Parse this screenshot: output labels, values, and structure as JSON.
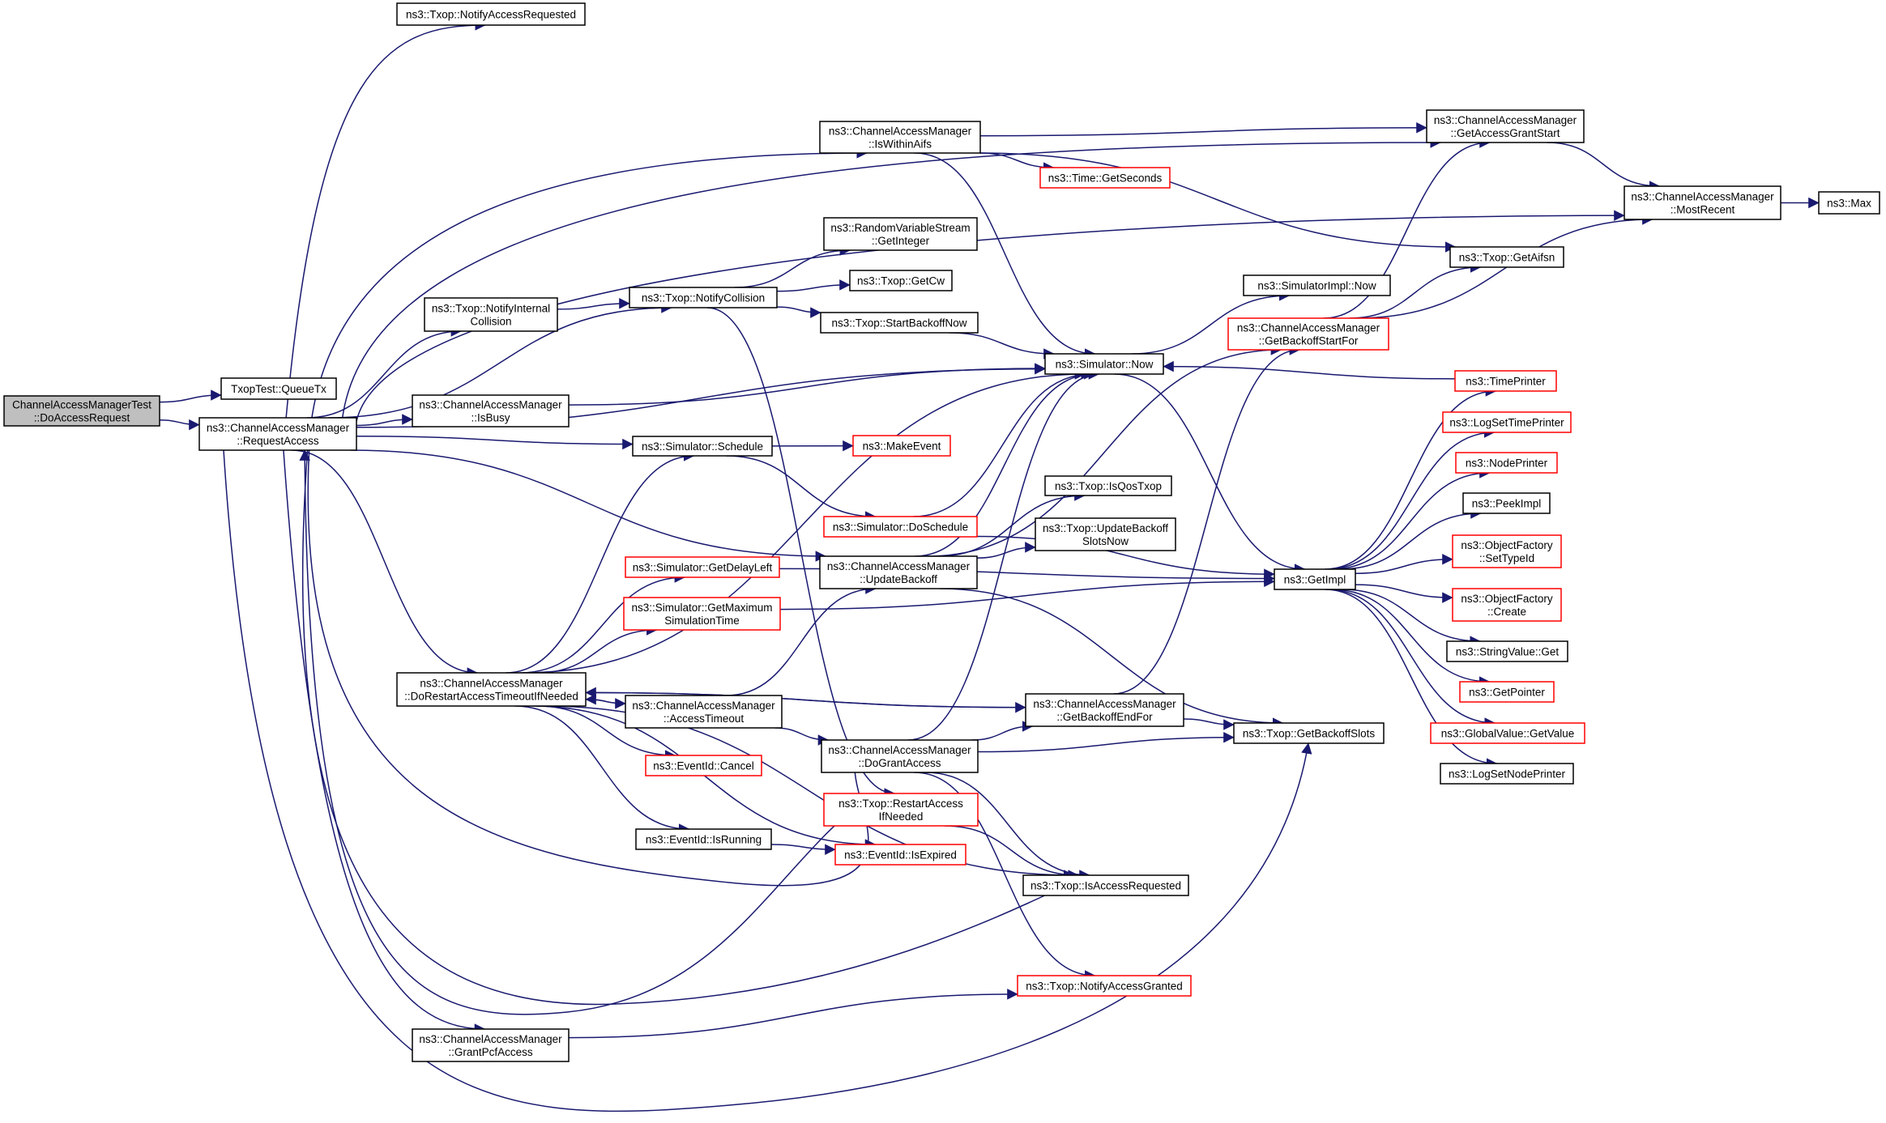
{
  "diagram": {
    "colors": {
      "edge": "#191970",
      "node_border": "#000000",
      "node_border_truncated": "#ff0000",
      "node_fill": "#ffffff",
      "root_fill": "#bfbfbf",
      "text": "#000000"
    },
    "nodes": [
      {
        "id": "root",
        "lines": [
          "ChannelAccessManagerTest",
          "::DoAccessRequest"
        ],
        "style": "root"
      },
      {
        "id": "queuetx",
        "lines": [
          "TxopTest::QueueTx"
        ],
        "style": "normal"
      },
      {
        "id": "requestaccess",
        "lines": [
          "ns3::ChannelAccessManager",
          "::RequestAccess"
        ],
        "style": "normal"
      },
      {
        "id": "notifyaccessrequested",
        "lines": [
          "ns3::Txop::NotifyAccessRequested"
        ],
        "style": "normal"
      },
      {
        "id": "iswithinaifs",
        "lines": [
          "ns3::ChannelAccessManager",
          "::IsWithinAifs"
        ],
        "style": "normal"
      },
      {
        "id": "getaccessgrantstart",
        "lines": [
          "ns3::ChannelAccessManager",
          "::GetAccessGrantStart"
        ],
        "style": "normal"
      },
      {
        "id": "getseconds",
        "lines": [
          "ns3::Time::GetSeconds"
        ],
        "style": "truncated"
      },
      {
        "id": "mostrecent",
        "lines": [
          "ns3::ChannelAccessManager",
          "::MostRecent"
        ],
        "style": "normal"
      },
      {
        "id": "max",
        "lines": [
          "ns3::Max"
        ],
        "style": "normal"
      },
      {
        "id": "getinteger",
        "lines": [
          "ns3::RandomVariableStream",
          "::GetInteger"
        ],
        "style": "normal"
      },
      {
        "id": "notifyinternalcollision",
        "lines": [
          "ns3::Txop::NotifyInternal",
          "Collision"
        ],
        "style": "normal"
      },
      {
        "id": "notifycollision",
        "lines": [
          "ns3::Txop::NotifyCollision"
        ],
        "style": "normal"
      },
      {
        "id": "getcw",
        "lines": [
          "ns3::Txop::GetCw"
        ],
        "style": "normal"
      },
      {
        "id": "getaifsn",
        "lines": [
          "ns3::Txop::GetAifsn"
        ],
        "style": "normal"
      },
      {
        "id": "simimplnow",
        "lines": [
          "ns3::SimulatorImpl::Now"
        ],
        "style": "normal"
      },
      {
        "id": "startbackoffnow",
        "lines": [
          "ns3::Txop::StartBackoffNow"
        ],
        "style": "normal"
      },
      {
        "id": "getbackoffstartfor",
        "lines": [
          "ns3::ChannelAccessManager",
          "::GetBackoffStartFor"
        ],
        "style": "truncated"
      },
      {
        "id": "simnow",
        "lines": [
          "ns3::Simulator::Now"
        ],
        "style": "normal"
      },
      {
        "id": "timeprinter",
        "lines": [
          "ns3::TimePrinter"
        ],
        "style": "truncated"
      },
      {
        "id": "isbusy",
        "lines": [
          "ns3::ChannelAccessManager",
          "::IsBusy"
        ],
        "style": "normal"
      },
      {
        "id": "logsettimeprinter",
        "lines": [
          "ns3::LogSetTimePrinter"
        ],
        "style": "truncated"
      },
      {
        "id": "schedule",
        "lines": [
          "ns3::Simulator::Schedule"
        ],
        "style": "normal"
      },
      {
        "id": "makeevent",
        "lines": [
          "ns3::MakeEvent"
        ],
        "style": "truncated"
      },
      {
        "id": "nodeprinter",
        "lines": [
          "ns3::NodePrinter"
        ],
        "style": "truncated"
      },
      {
        "id": "isqostxop",
        "lines": [
          "ns3::Txop::IsQosTxop"
        ],
        "style": "normal"
      },
      {
        "id": "peekimpl",
        "lines": [
          "ns3::PeekImpl"
        ],
        "style": "normal"
      },
      {
        "id": "doschedule",
        "lines": [
          "ns3::Simulator::DoSchedule"
        ],
        "style": "truncated"
      },
      {
        "id": "updatebackoffslotsnow",
        "lines": [
          "ns3::Txop::UpdateBackoff",
          "SlotsNow"
        ],
        "style": "normal"
      },
      {
        "id": "settypeid",
        "lines": [
          "ns3::ObjectFactory",
          "::SetTypeId"
        ],
        "style": "truncated"
      },
      {
        "id": "getdelayleft",
        "lines": [
          "ns3::Simulator::GetDelayLeft"
        ],
        "style": "truncated"
      },
      {
        "id": "updatebackoff",
        "lines": [
          "ns3::ChannelAccessManager",
          "::UpdateBackoff"
        ],
        "style": "normal"
      },
      {
        "id": "getimpl",
        "lines": [
          "ns3::GetImpl"
        ],
        "style": "normal"
      },
      {
        "id": "getmaxsimtime",
        "lines": [
          "ns3::Simulator::GetMaximum",
          "SimulationTime"
        ],
        "style": "truncated"
      },
      {
        "id": "create",
        "lines": [
          "ns3::ObjectFactory",
          "::Create"
        ],
        "style": "truncated"
      },
      {
        "id": "stringvalueget",
        "lines": [
          "ns3::StringValue::Get"
        ],
        "style": "normal"
      },
      {
        "id": "dorestart",
        "lines": [
          "ns3::ChannelAccessManager",
          "::DoRestartAccessTimeoutIfNeeded"
        ],
        "style": "normal"
      },
      {
        "id": "getpointer",
        "lines": [
          "ns3::GetPointer"
        ],
        "style": "truncated"
      },
      {
        "id": "accesstimeout",
        "lines": [
          "ns3::ChannelAccessManager",
          "::AccessTimeout"
        ],
        "style": "normal"
      },
      {
        "id": "getbackoffendfor",
        "lines": [
          "ns3::ChannelAccessManager",
          "::GetBackoffEndFor"
        ],
        "style": "normal"
      },
      {
        "id": "getbackoffslots",
        "lines": [
          "ns3::Txop::GetBackoffSlots"
        ],
        "style": "normal"
      },
      {
        "id": "globalvaluegetvalue",
        "lines": [
          "ns3::GlobalValue::GetValue"
        ],
        "style": "truncated"
      },
      {
        "id": "dograntaccess",
        "lines": [
          "ns3::ChannelAccessManager",
          "::DoGrantAccess"
        ],
        "style": "normal"
      },
      {
        "id": "logsetnodeprinter",
        "lines": [
          "ns3::LogSetNodePrinter"
        ],
        "style": "normal"
      },
      {
        "id": "cancel",
        "lines": [
          "ns3::EventId::Cancel"
        ],
        "style": "truncated"
      },
      {
        "id": "restartaccessifneeded",
        "lines": [
          "ns3::Txop::RestartAccess",
          "IfNeeded"
        ],
        "style": "truncated"
      },
      {
        "id": "isrunning",
        "lines": [
          "ns3::EventId::IsRunning"
        ],
        "style": "normal"
      },
      {
        "id": "isexpired",
        "lines": [
          "ns3::EventId::IsExpired"
        ],
        "style": "truncated"
      },
      {
        "id": "isaccessrequested",
        "lines": [
          "ns3::Txop::IsAccessRequested"
        ],
        "style": "normal"
      },
      {
        "id": "notifyaccessgranted",
        "lines": [
          "ns3::Txop::NotifyAccessGranted"
        ],
        "style": "truncated"
      },
      {
        "id": "grantpcfaccess",
        "lines": [
          "ns3::ChannelAccessManager",
          "::GrantPcfAccess"
        ],
        "style": "normal"
      }
    ],
    "edges": [
      [
        "root",
        "queuetx"
      ],
      [
        "root",
        "requestaccess"
      ],
      [
        "requestaccess",
        "notifyaccessrequested"
      ],
      [
        "requestaccess",
        "iswithinaifs"
      ],
      [
        "requestaccess",
        "getaccessgrantstart"
      ],
      [
        "requestaccess",
        "mostrecent"
      ],
      [
        "requestaccess",
        "notifycollision"
      ],
      [
        "requestaccess",
        "notifyinternalcollision"
      ],
      [
        "requestaccess",
        "simnow"
      ],
      [
        "requestaccess",
        "isbusy"
      ],
      [
        "requestaccess",
        "schedule"
      ],
      [
        "requestaccess",
        "updatebackoff"
      ],
      [
        "requestaccess",
        "dorestart"
      ],
      [
        "requestaccess",
        "dograntaccess"
      ],
      [
        "requestaccess",
        "isaccessrequested"
      ],
      [
        "requestaccess",
        "grantpcfaccess"
      ],
      [
        "requestaccess",
        "getbackoffslots"
      ],
      [
        "iswithinaifs",
        "getaccessgrantstart"
      ],
      [
        "iswithinaifs",
        "getseconds"
      ],
      [
        "iswithinaifs",
        "getaifsn"
      ],
      [
        "iswithinaifs",
        "simnow"
      ],
      [
        "getaccessgrantstart",
        "mostrecent"
      ],
      [
        "mostrecent",
        "max"
      ],
      [
        "notifyinternalcollision",
        "notifycollision"
      ],
      [
        "notifycollision",
        "getinteger"
      ],
      [
        "notifycollision",
        "getcw"
      ],
      [
        "notifycollision",
        "startbackoffnow"
      ],
      [
        "notifycollision",
        "restartaccessifneeded"
      ],
      [
        "startbackoffnow",
        "simnow"
      ],
      [
        "isbusy",
        "simnow"
      ],
      [
        "schedule",
        "makeevent"
      ],
      [
        "schedule",
        "doschedule"
      ],
      [
        "simnow",
        "simimplnow"
      ],
      [
        "simnow",
        "getimpl"
      ],
      [
        "doschedule",
        "simnow"
      ],
      [
        "doschedule",
        "getimpl"
      ],
      [
        "getbackoffstartfor",
        "getaccessgrantstart"
      ],
      [
        "getbackoffstartfor",
        "getaifsn"
      ],
      [
        "getbackoffstartfor",
        "mostrecent"
      ],
      [
        "timeprinter",
        "simnow"
      ],
      [
        "getimpl",
        "timeprinter"
      ],
      [
        "getimpl",
        "logsettimeprinter"
      ],
      [
        "getimpl",
        "nodeprinter"
      ],
      [
        "getimpl",
        "peekimpl"
      ],
      [
        "getimpl",
        "settypeid"
      ],
      [
        "getimpl",
        "create"
      ],
      [
        "getimpl",
        "stringvalueget"
      ],
      [
        "getimpl",
        "getpointer"
      ],
      [
        "getimpl",
        "globalvaluegetvalue"
      ],
      [
        "getimpl",
        "logsetnodeprinter"
      ],
      [
        "updatebackoff",
        "simnow"
      ],
      [
        "updatebackoff",
        "getbackoffstartfor"
      ],
      [
        "updatebackoff",
        "isqostxop"
      ],
      [
        "updatebackoff",
        "updatebackoffslotsnow"
      ],
      [
        "updatebackoff",
        "getbackoffslots"
      ],
      [
        "dorestart",
        "schedule"
      ],
      [
        "dorestart",
        "simnow"
      ],
      [
        "dorestart",
        "getdelayleft"
      ],
      [
        "dorestart",
        "getmaxsimtime"
      ],
      [
        "dorestart",
        "accesstimeout"
      ],
      [
        "dorestart",
        "getbackoffendfor"
      ],
      [
        "dorestart",
        "cancel"
      ],
      [
        "dorestart",
        "isrunning"
      ],
      [
        "dorestart",
        "isexpired"
      ],
      [
        "dorestart",
        "isaccessrequested"
      ],
      [
        "getdelayleft",
        "getimpl"
      ],
      [
        "getmaxsimtime",
        "getimpl"
      ],
      [
        "accesstimeout",
        "updatebackoff"
      ],
      [
        "accesstimeout",
        "dograntaccess"
      ],
      [
        "accesstimeout",
        "dorestart"
      ],
      [
        "getbackoffendfor",
        "getbackoffstartfor"
      ],
      [
        "getbackoffendfor",
        "getbackoffslots"
      ],
      [
        "getbackoffendfor",
        "dorestart"
      ],
      [
        "dograntaccess",
        "simnow"
      ],
      [
        "dograntaccess",
        "getbackoffendfor"
      ],
      [
        "dograntaccess",
        "getbackoffslots"
      ],
      [
        "dograntaccess",
        "isaccessrequested"
      ],
      [
        "dograntaccess",
        "notifyaccessgranted"
      ],
      [
        "restartaccessifneeded",
        "isaccessrequested"
      ],
      [
        "restartaccessifneeded",
        "requestaccess"
      ],
      [
        "isrunning",
        "isexpired"
      ],
      [
        "grantpcfaccess",
        "notifyaccessgranted"
      ]
    ]
  }
}
